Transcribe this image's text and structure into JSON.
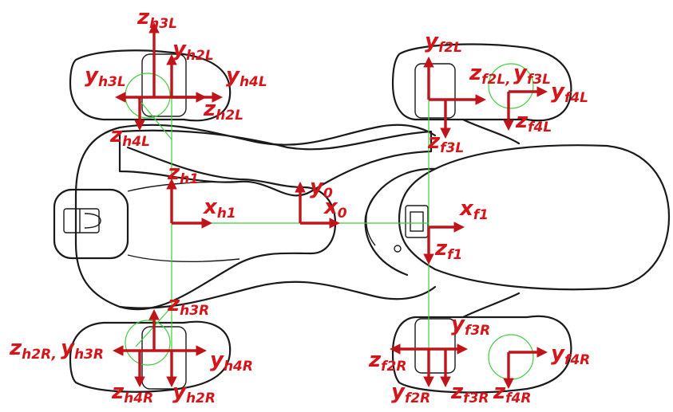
{
  "frames": {
    "h3L_z": {
      "main": "z",
      "sub": "h3L"
    },
    "h2L_y": {
      "main": "y",
      "sub": "h2L"
    },
    "h3L_y": {
      "main": "y",
      "sub": "h3L"
    },
    "h4L_y": {
      "main": "y",
      "sub": "h4L"
    },
    "h2L_z": {
      "main": "z",
      "sub": "h2L"
    },
    "h4L_z": {
      "main": "z",
      "sub": "h4L"
    },
    "h1_z": {
      "main": "z",
      "sub": "h1"
    },
    "h1_x": {
      "main": "x",
      "sub": "h1"
    },
    "o_y": {
      "main": "y",
      "sub": "0"
    },
    "o_x": {
      "main": "x",
      "sub": "0"
    },
    "f2L_y": {
      "main": "y",
      "sub": "f2L"
    },
    "f2L_z": {
      "main": "z",
      "sub": "f2L,"
    },
    "f3L_y": {
      "main": "y",
      "sub": "f3L"
    },
    "f4L_y": {
      "main": "y",
      "sub": "f4L"
    },
    "f4L_z": {
      "main": "z",
      "sub": "f4L"
    },
    "f3L_z": {
      "main": "z",
      "sub": "f3L"
    },
    "f1_x": {
      "main": "x",
      "sub": "f1"
    },
    "f1_z": {
      "main": "z",
      "sub": "f1"
    },
    "h3R_z": {
      "main": "z",
      "sub": "h3R"
    },
    "h2R_z": {
      "main": "z",
      "sub": "h2R,"
    },
    "h3R_y": {
      "main": "y",
      "sub": "h3R"
    },
    "h4R_y": {
      "main": "y",
      "sub": "h4R"
    },
    "h4R_z": {
      "main": "z",
      "sub": "h4R"
    },
    "h2R_y": {
      "main": "y",
      "sub": "h2R"
    },
    "f3R_y": {
      "main": "y",
      "sub": "f3R"
    },
    "f2R_z": {
      "main": "z",
      "sub": "f2R"
    },
    "f4R_y": {
      "main": "y",
      "sub": "f4R"
    },
    "f2R_y": {
      "main": "y",
      "sub": "f2R"
    },
    "f3R_z": {
      "main": "z",
      "sub": "f3R"
    },
    "f4R_z": {
      "main": "z",
      "sub": "f4R"
    }
  },
  "colors": {
    "arrow": "#c0141b",
    "label": "#d6151b",
    "axis_line": "#3fcf3f",
    "outline": "#1a1a1a"
  }
}
